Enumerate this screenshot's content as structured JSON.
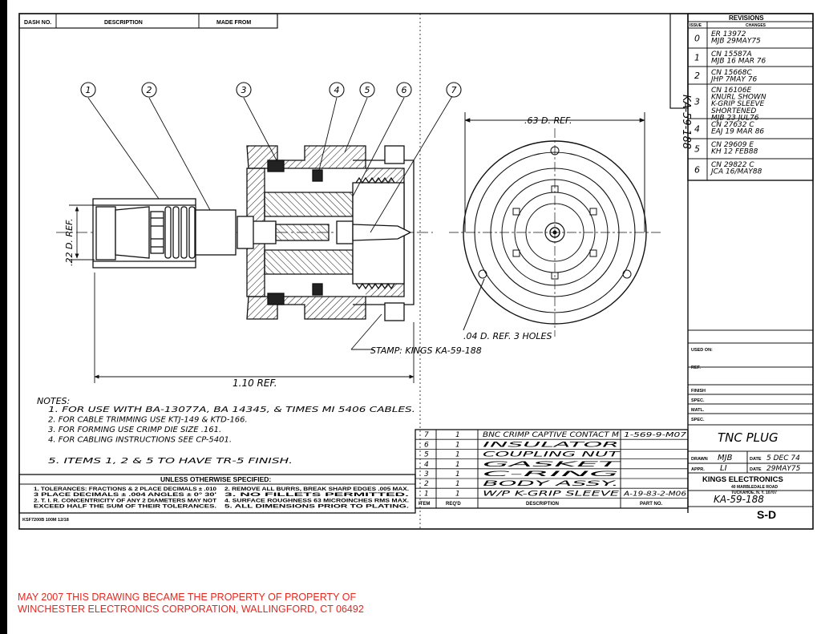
{
  "title_block": {
    "dash_no_label": "DASH NO.",
    "description_label": "DESCRIPTION",
    "made_from_label": "MADE FROM",
    "part_title": "TNC PLUG",
    "part_number": "KA-59-188",
    "side_part_number": "KA-59-188",
    "company": "KINGS ELECTRONICS",
    "address": "40 MARBLEDALE ROAD",
    "city": "TUCKAHOE, N. Y. 10707",
    "drawn_label": "DRAWN",
    "drawn_by": "MJB",
    "date_label": "DATE",
    "drawn_date": "5 DEC 74",
    "appr_label": "APPR.",
    "appr_by": "LI",
    "appr_date": "29MAY75",
    "used_on_label": "USED ON:",
    "ref_label": "REF.",
    "finish_label": "FINISH",
    "spec_label": "SPEC.",
    "matl_label": "MATL.",
    "spec2_label": "SPEC.",
    "size_code": "S-D",
    "form_code": "KSF7200B 100M 12/18"
  },
  "revisions": {
    "header": "REVISIONS",
    "issue_label": "ISSUE",
    "change_label": "CHANGES",
    "rows": [
      {
        "issue": "0",
        "lines": [
          "ER 13972",
          "MJB      29MAY75"
        ]
      },
      {
        "issue": "1",
        "lines": [
          "CN 15587A",
          "MJB  16 MAR 76"
        ]
      },
      {
        "issue": "2",
        "lines": [
          "CN 15668C",
          "JHP   7MAY 76"
        ]
      },
      {
        "issue": "3",
        "lines": [
          "CN 16106E",
          "KNURL SHOWN",
          "K-GRIP SLEEVE",
          "SHORTENED",
          "MJB 23 JUL76"
        ]
      },
      {
        "issue": "4",
        "lines": [
          "CN 27632 C",
          "EAJ 19 MAR 86"
        ]
      },
      {
        "issue": "5",
        "lines": [
          "CN  29609 E",
          "KH   12 FEB88"
        ]
      },
      {
        "issue": "6",
        "lines": [
          "CN  29822  C",
          "JCA  16/MAY88"
        ]
      }
    ]
  },
  "dimensions": {
    "diameter_22": ".22 D. REF.",
    "length_110": "1.10 REF.",
    "diameter_63": ".63 D. REF.",
    "holes": ".04 D. REF. 3 HOLES",
    "stamp": "STAMP: KINGS KA-59-188"
  },
  "balloons": [
    "1",
    "2",
    "3",
    "4",
    "5",
    "6",
    "7"
  ],
  "notes": {
    "heading": "NOTES:",
    "items": [
      "1. FOR USE WITH BA-13077A, BA 14345, & TIMES MI 5406 CABLES.",
      "2. FOR CABLE TRIMMING USE KTJ-149 & KTD-166.",
      "3. FOR FORMING USE CRIMP DIE SIZE .161.",
      "4. FOR CABLING INSTRUCTIONS SEE CP-5401.",
      "5. ITEMS  1, 2 & 5  TO HAVE TR-5 FINISH."
    ]
  },
  "bom": {
    "item_label": "ITEM",
    "req_label": "REQ'D",
    "description_label": "DESCRIPTION",
    "part_label": "PART NO.",
    "rows": [
      {
        "item": "7",
        "req": "1",
        "desc": "BNC CRIMP CAPTIVE CONTACT M",
        "part": "1-569-9-M07"
      },
      {
        "item": "6",
        "req": "1",
        "desc": "INSULATOR",
        "part": ""
      },
      {
        "item": "5",
        "req": "1",
        "desc": "COUPLING NUT",
        "part": ""
      },
      {
        "item": "4",
        "req": "1",
        "desc": "GASKET",
        "part": ""
      },
      {
        "item": "3",
        "req": "1",
        "desc": "C-RING",
        "part": ""
      },
      {
        "item": "2",
        "req": "1",
        "desc": "BODY ASSY.",
        "part": ""
      },
      {
        "item": "1",
        "req": "1",
        "desc": "W/P K-GRIP SLEEVE",
        "part": "A-19-83-2-M06"
      }
    ]
  },
  "tolerances": {
    "heading": "UNLESS OTHERWISE SPECIFIED:",
    "left": [
      "1. TOLERANCES: FRACTIONS & 2 PLACE DECIMALS ± .010",
      "3 PLACE DECIMALS ± .004          ANGLES ± 0° 30'",
      "2. T. I. R. CONCENTRICITY OF ANY 2 DIAMETERS MAY NOT",
      "EXCEED HALF THE SUM OF THEIR TOLERANCES."
    ],
    "right": [
      "2. REMOVE ALL BURRS, BREAK SHARP EDGES .005 MAX.",
      "3. NO FILLETS PERMITTED.",
      "4. SURFACE ROUGHNESS 63 MICROINCHES RMS MAX.",
      "5. ALL DIMENSIONS PRIOR TO PLATING."
    ]
  },
  "footer": {
    "line1": "MAY 2007 THIS DRAWING BECAME THE PROPERTY OF PROPERTY OF",
    "line2": "WINCHESTER ELECTRONICS CORPORATION, WALLINGFORD, CT 06492",
    "color": "#e8261d"
  }
}
